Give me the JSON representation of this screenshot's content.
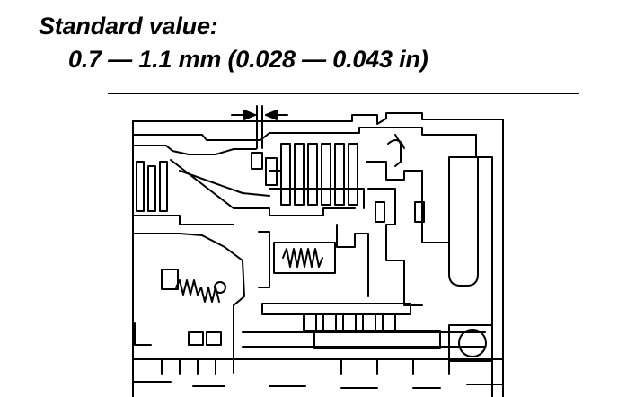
{
  "spec": {
    "label": "Standard value:",
    "value": "0.7 — 1.1 mm (0.028 — 0.043 in)"
  },
  "diagram": {
    "subject": "transmission clutch pack clearance cross-section",
    "measurement_marker": "clearance arrows"
  }
}
